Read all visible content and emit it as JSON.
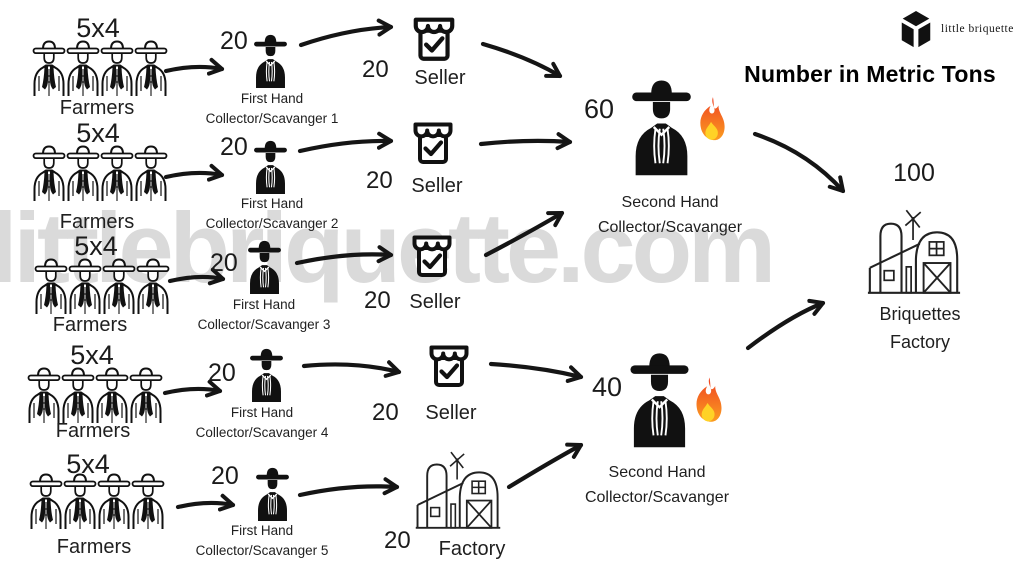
{
  "header": {
    "logo_text": "little briquette",
    "title": "Number in Metric Tons"
  },
  "watermark": "littlebriquette.com",
  "colors": {
    "ink": "#1b1b1b",
    "watermark_gray": "#dadada",
    "flame_outer_top": "#ef4223",
    "flame_outer_bottom": "#fb9d20",
    "flame_inner": "#ffd226"
  },
  "icons": {
    "logo": "cube-logo-icon",
    "farmers": "farmer-icon",
    "first_hand": "first-hand-collector-icon",
    "seller": "storefront-check-icon",
    "second_hand": "second-hand-collector-icon",
    "burn": "fire-icon",
    "factory": "barn-factory-icon"
  },
  "rows": [
    {
      "group_size": "5x4",
      "group_label": "Farmers",
      "collector_amount": "20",
      "collector_line1": "First Hand",
      "collector_line2": "Collector/Scavanger 1",
      "dest_amount": "20",
      "dest_label": "Seller"
    },
    {
      "group_size": "5x4",
      "group_label": "Farmers",
      "collector_amount": "20",
      "collector_line1": "First Hand",
      "collector_line2": "Collector/Scavanger 2",
      "dest_amount": "20",
      "dest_label": "Seller"
    },
    {
      "group_size": "5x4",
      "group_label": "Farmers",
      "collector_amount": "20",
      "collector_line1": "First Hand",
      "collector_line2": "Collector/Scavanger 3",
      "dest_amount": "20",
      "dest_label": "Seller"
    },
    {
      "group_size": "5x4",
      "group_label": "Farmers",
      "collector_amount": "20",
      "collector_line1": "First Hand",
      "collector_line2": "Collector/Scavanger 4",
      "dest_amount": "20",
      "dest_label": "Seller"
    },
    {
      "group_size": "5x4",
      "group_label": "Farmers",
      "collector_amount": "20",
      "collector_line1": "First Hand",
      "collector_line2": "Collector/Scavanger 5",
      "dest_amount": "20",
      "dest_label": "Factory"
    }
  ],
  "aggregators": [
    {
      "amount": "60",
      "line1": "Second Hand",
      "line2": "Collector/Scavanger"
    },
    {
      "amount": "40",
      "line1": "Second Hand",
      "line2": "Collector/Scavanger"
    }
  ],
  "final": {
    "amount": "100",
    "line1": "Briquettes",
    "line2": "Factory"
  }
}
